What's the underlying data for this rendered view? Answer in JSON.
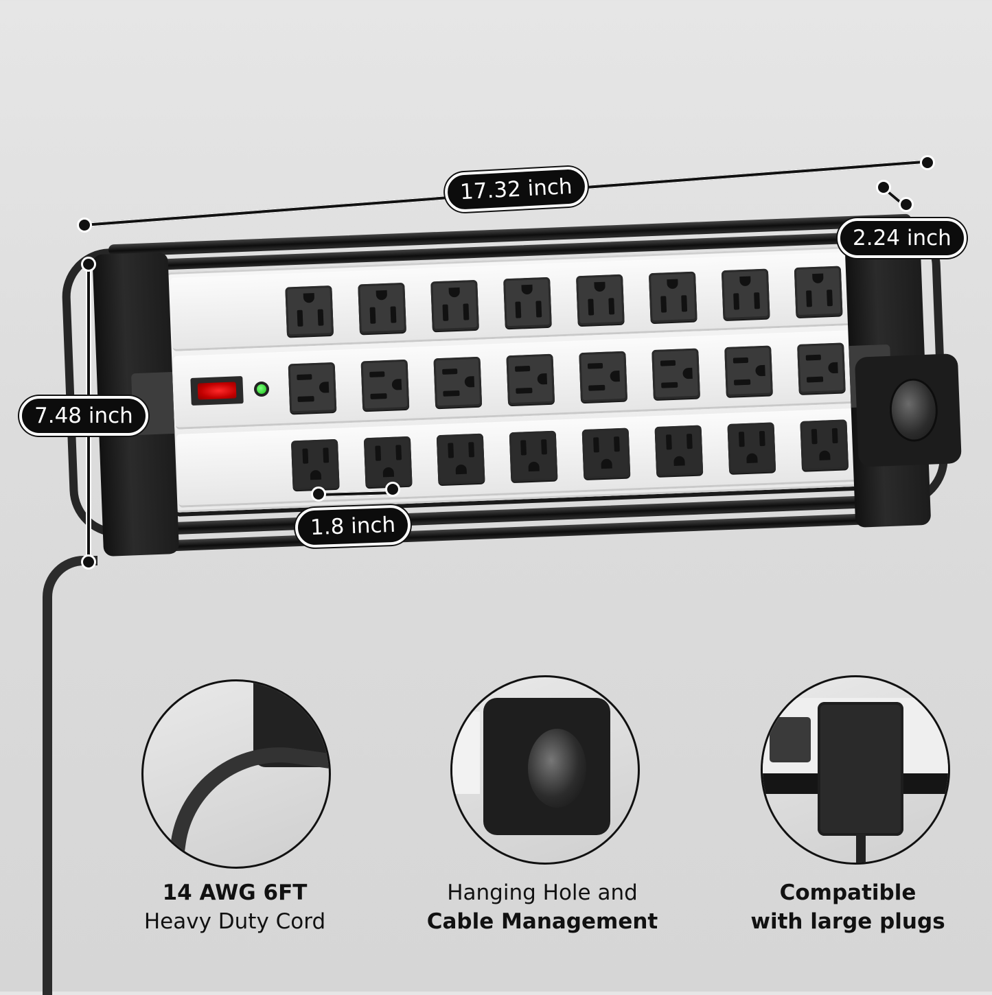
{
  "colors": {
    "background": "#dcdcdc",
    "strip_body": "#eeeeee",
    "outlet": "#3a3a3a",
    "bracket": "#1c1c1c",
    "switch_red": "#e00000",
    "led_green": "#2bd92b",
    "pill_bg": "#0c0c0c",
    "pill_text": "#ffffff"
  },
  "product": {
    "outlet_rows": 3,
    "outlets_per_row": 8,
    "total_outlets": 24,
    "power_switch": {
      "state": "on",
      "color": "red"
    },
    "indicator_led": {
      "state": "on",
      "color": "green"
    }
  },
  "dimensions": {
    "length": "17.32 inch",
    "depth": "2.24 inch",
    "height": "7.48 inch",
    "outlet_spacing": "1.8 inch"
  },
  "features": [
    {
      "title_bold": "14 AWG 6FT",
      "title_regular": "Heavy Duty Cord",
      "bold_first": true,
      "image": "cord-through-bracket"
    },
    {
      "title_regular": "Hanging Hole and",
      "title_bold": "Cable Management",
      "bold_first": false,
      "image": "bracket-hanging-hole"
    },
    {
      "title_bold": "Compatible",
      "title_bold_2": "with large plugs",
      "bold_first": true,
      "image": "large-adapter-plug"
    }
  ]
}
